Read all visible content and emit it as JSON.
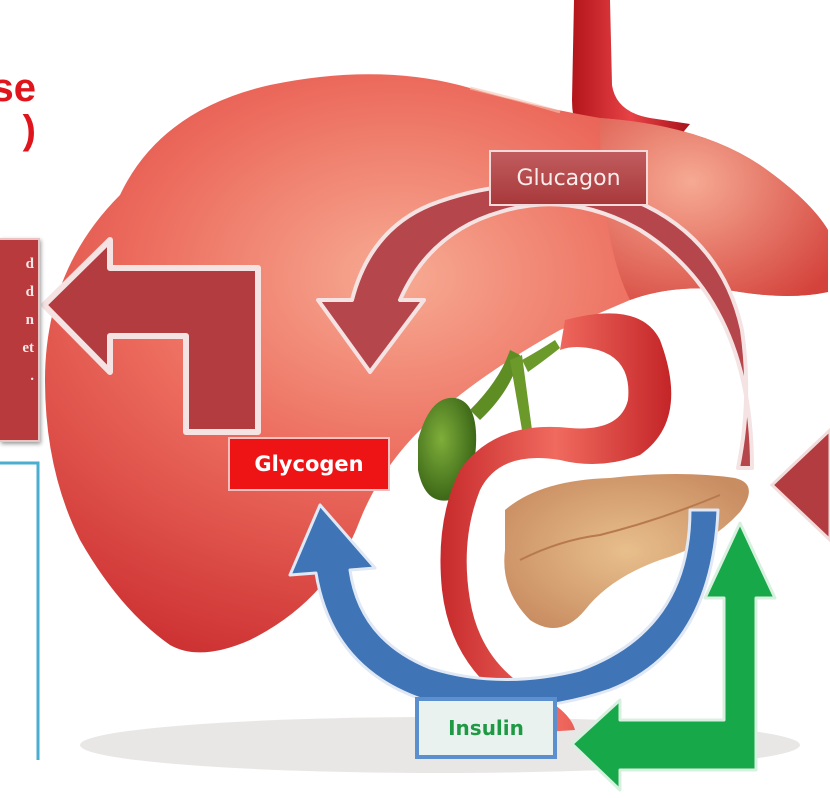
{
  "heading": {
    "line1": "se",
    "line2": ")"
  },
  "left_box": {
    "lines": [
      "d",
      "d",
      "n",
      "et",
      "."
    ]
  },
  "labels": {
    "glucagon": "Glucagon",
    "glycogen": "Glycogen",
    "insulin": "Insulin"
  },
  "colors": {
    "heading": "#e0141c",
    "liver": "#e5504a",
    "glucagon_arrow": "#b54044",
    "insulin_arrow": "#3e74b8",
    "green_arrow": "#17a84a",
    "left_frame": "#4aaed2"
  }
}
